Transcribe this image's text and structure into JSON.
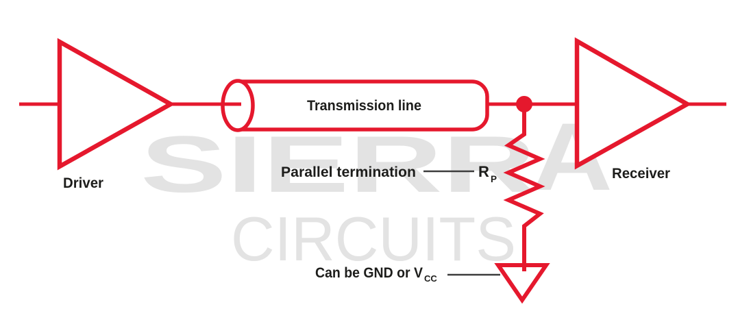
{
  "diagram": {
    "labels": {
      "driver": "Driver",
      "transmission_line": "Transmission line",
      "receiver": "Receiver",
      "parallel_termination": "Parallel termination",
      "resistor_name": "R",
      "resistor_subscript": "P",
      "ground_note": "Can be GND or V",
      "ground_note_subscript": "CC"
    },
    "watermark": {
      "word1_main": "SIERR",
      "word1_last_letter": "A",
      "word2": "CIRCUITS"
    },
    "colors": {
      "circuit_red": "#E5182D",
      "label_black": "#1D1D1B",
      "watermark_gray": "#E3E3E3",
      "connector_line_gray": "#3C3C3C",
      "background_white": "#FFFFFF"
    }
  }
}
